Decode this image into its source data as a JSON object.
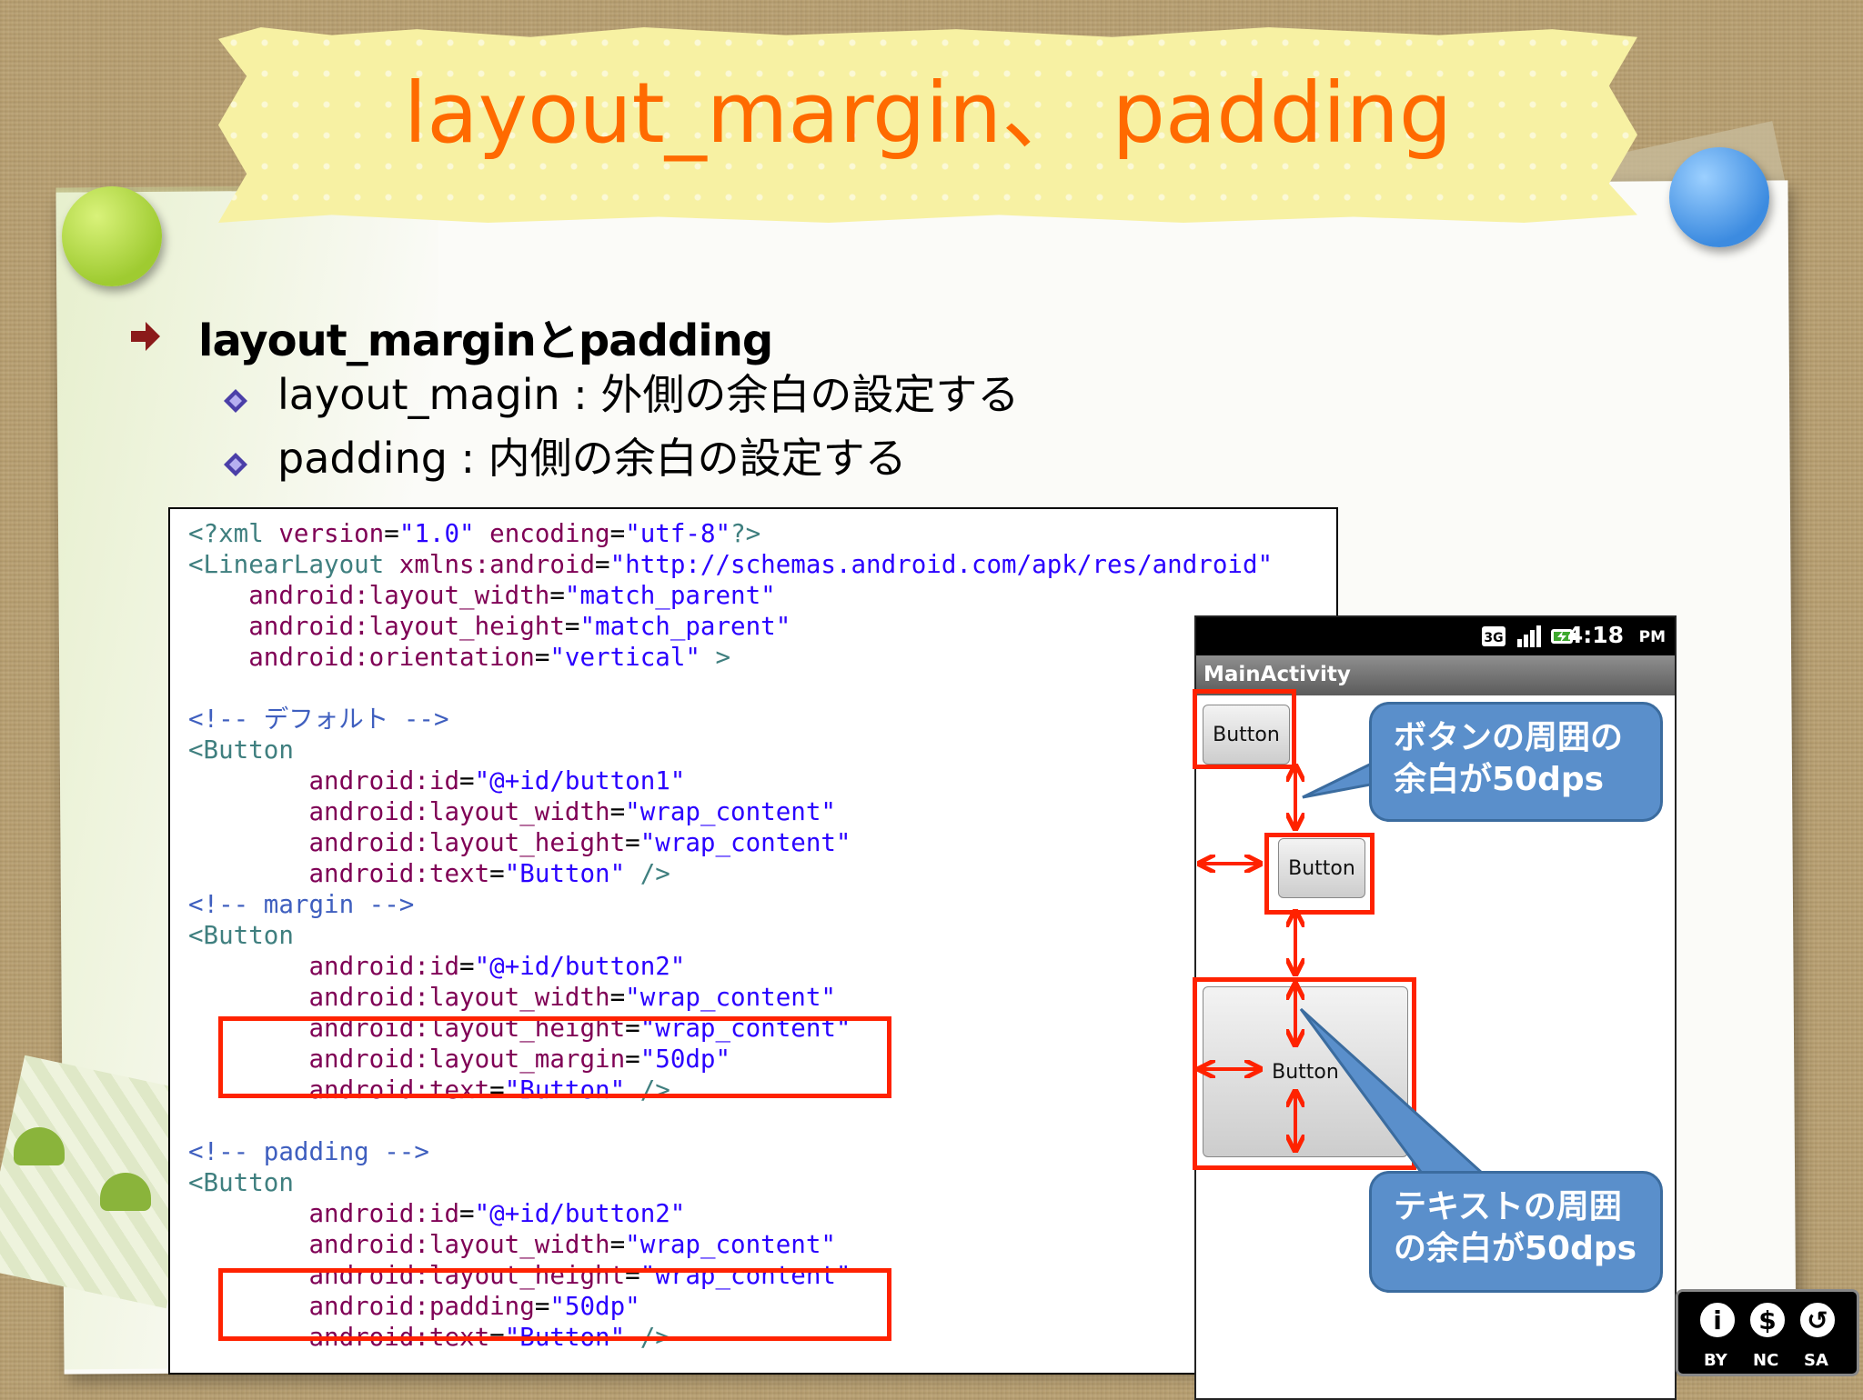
{
  "title": "layout_margin、 padding",
  "bullets": {
    "main": "layout_marginとpadding",
    "sub1": "layout_magin : 外側の余白の設定する",
    "sub2": "padding : 内側の余白の設定する"
  },
  "code": {
    "l1a": "<?xml ",
    "l1b": "version",
    "l1c": "=",
    "l1d": "\"1.0\"",
    "l1e": " encoding",
    "l1f": "=",
    "l1g": "\"utf-8\"",
    "l1h": "?>",
    "l2a": "<LinearLayout ",
    "l2b": "xmlns:android",
    "l2c": "=",
    "l2d": "\"http://schemas.android.com/apk/res/android\"",
    "l3a": "    android:layout_width",
    "l3b": "=",
    "l3c": "\"match_parent\"",
    "l4a": "    android:layout_height",
    "l4b": "=",
    "l4c": "\"match_parent\"",
    "l5a": "    android:orientation",
    "l5b": "=",
    "l5c": "\"vertical\"",
    "l5d": " >",
    "c1": "<!-- デフォルト -->",
    "btn": "<Button",
    "id_attr": "        android:id",
    "eq": "=",
    "id1": "\"@+id/button1\"",
    "id2": "\"@+id/button2\"",
    "w_attr": "        android:layout_width",
    "w_val": "\"wrap_content\"",
    "h_attr": "        android:layout_height",
    "h_val": "\"wrap_content\"",
    "t_attr": "        android:text",
    "t_val": "\"Button\"",
    "close": " />",
    "c2": "<!-- margin -->",
    "m_attr": "        android:layout_margin",
    "m_val": "\"50dp\"",
    "c3": "<!-- padding -->",
    "p_attr": "        android:padding",
    "p_val": "\"50dp\""
  },
  "phone": {
    "time": "4:18",
    "ampm": "PM",
    "network_label": "3G",
    "app_title": "MainActivity",
    "button_label": "Button",
    "callout_margin": [
      "ボタンの周囲の",
      "余白が50dps"
    ],
    "callout_padding": [
      "テキストの周囲",
      "の余白が50dps"
    ]
  },
  "license": {
    "labels": [
      "BY",
      "NC",
      "SA"
    ]
  },
  "colors": {
    "title": "#ff6a00",
    "highlight": "#ff2200",
    "callout": "#5a8fcb"
  }
}
